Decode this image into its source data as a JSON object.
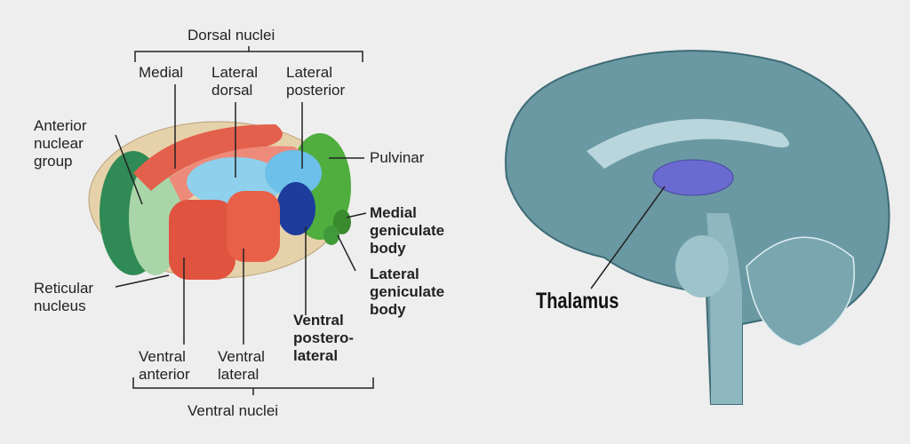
{
  "left_diagram": {
    "dorsal_nuclei": "Dorsal nuclei",
    "medial": "Medial",
    "lateral_dorsal": "Lateral\ndorsal",
    "lateral_posterior": "Lateral\nposterior",
    "anterior_nuclear_group": "Anterior\nnuclear\ngroup",
    "pulvinar": "Pulvinar",
    "medial_geniculate_body": "Medial\ngeniculate\nbody",
    "lateral_geniculate_body": "Lateral\ngeniculate\nbody",
    "reticular_nucleus": "Reticular\nnucleus",
    "ventral_posterolateral": "Ventral\npostero-\nlateral",
    "ventral_anterior": "Ventral\nanterior",
    "ventral_lateral": "Ventral\nlateral",
    "ventral_nuclei": "Ventral nuclei"
  },
  "right_diagram": {
    "thalamus": "Thalamus"
  },
  "colors": {
    "background": "#eeeeee",
    "red_nuclei": "#e0533f",
    "light_blue": "#7cc6e6",
    "dark_blue": "#1f3f9a",
    "green": "#3f9a5a",
    "brain": "#5f8d97",
    "thalamus_purple": "#6a6ad0"
  }
}
